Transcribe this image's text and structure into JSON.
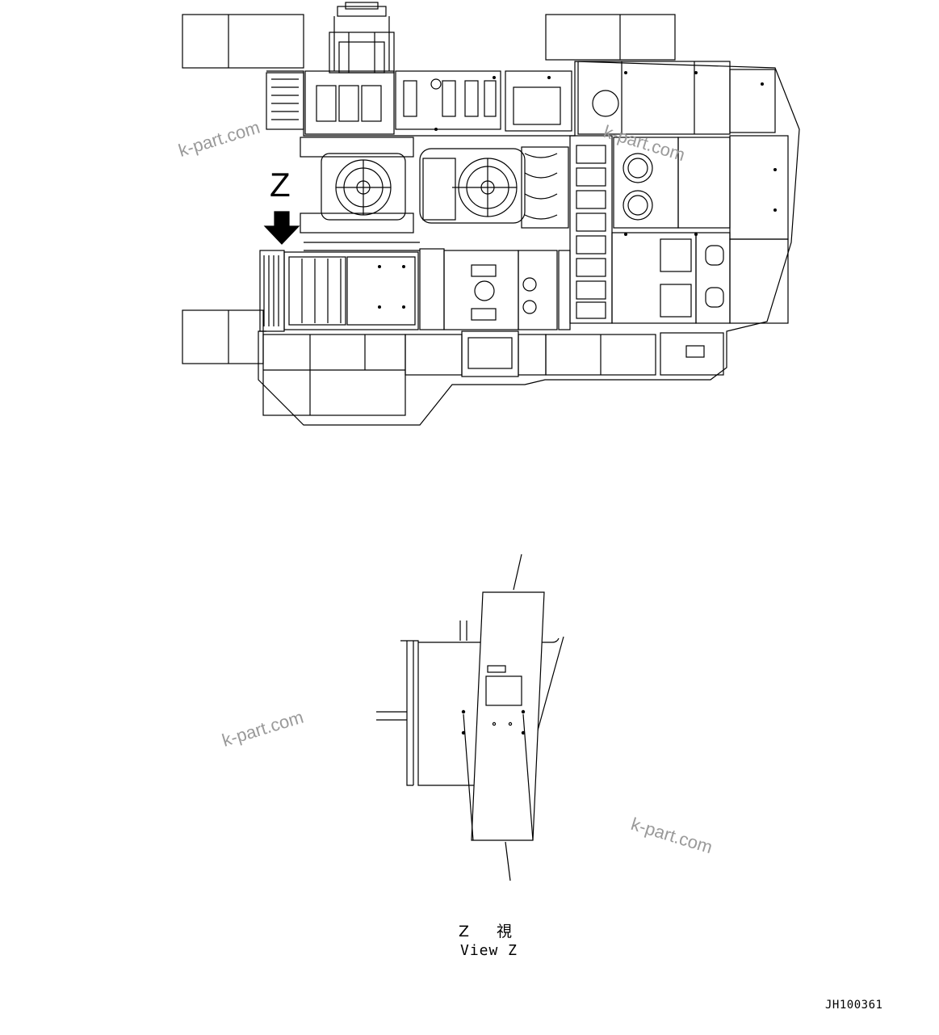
{
  "diagram": {
    "arrow_label": "Z",
    "view_label_jp": "Z 視",
    "view_label_en": "View Z",
    "drawing_code": "JH100361"
  },
  "watermarks": [
    "k-part.com",
    "k-part.com",
    "k-part.com",
    "k-part.com"
  ],
  "colors": {
    "line": "#000000",
    "background": "#ffffff",
    "watermark": "#9a9a9a"
  }
}
